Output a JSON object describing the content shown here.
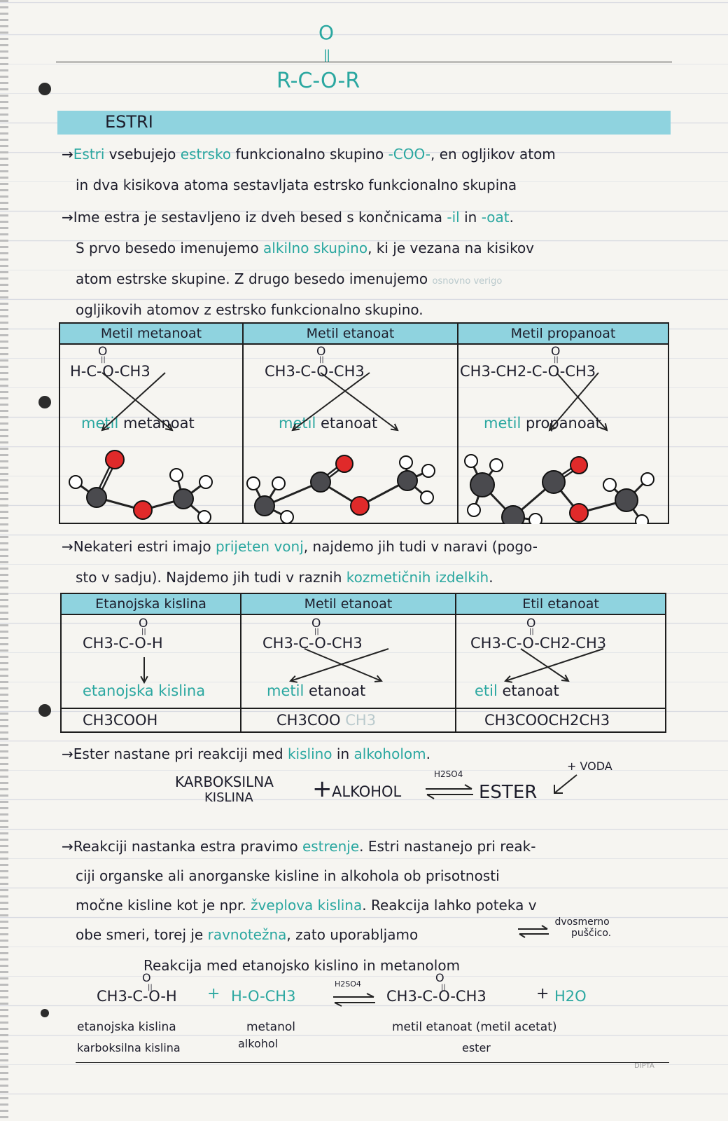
{
  "header": {
    "formula_top": "O",
    "formula_main": "R-C-O-R",
    "section_title": "ESTRI"
  },
  "intro": [
    {
      "pre": "→",
      "teal1": "Estri",
      "mid1": " vsebujejo ",
      "teal2": "estrsko",
      "post": " funkcionalno skupino ",
      "teal3": "-COO-",
      "tail": ", en ogljikov atom"
    },
    {
      "pre": "",
      "teal1": "",
      "mid1": "in dva kisikova atoma sestavljata estrsko funkcionalno skupina",
      "teal2": "",
      "post": "",
      "teal3": "",
      "tail": ""
    },
    {
      "pre": "→",
      "teal1": "",
      "mid1": "Ime estra je sestavljeno iz dveh besed s končnicama ",
      "teal2": "-il",
      "post": " in ",
      "teal3": "-oat",
      "tail": "."
    },
    {
      "pre": "",
      "teal1": "",
      "mid1": "S prvo besedo imenujemo ",
      "teal2": "alkilno skupino",
      "post": ", ki je vezana na kisikov",
      "teal3": "",
      "tail": ""
    },
    {
      "pre": "",
      "teal1": "",
      "mid1": "atom estrske skupine. Z drugo besedo imenujemo ",
      "teal2": "",
      "post": "",
      "teal3": "",
      "tail": "",
      "faded": "osnovno verigo"
    },
    {
      "pre": "",
      "teal1": "",
      "mid1": "ogljikovih atomov z estrsko funkcionalno skupino.",
      "teal2": "",
      "post": "",
      "teal3": "",
      "tail": ""
    }
  ],
  "table1": {
    "headers": [
      "Metil metanoat",
      "Metil etanoat",
      "Metil propanoat"
    ],
    "formulas": [
      "H-C-O-CH3",
      "CH3-C-O-CH3",
      "CH3-CH2-C-O-CH3"
    ],
    "oxygen_label": "O",
    "names": [
      [
        "metil",
        " metanoat"
      ],
      [
        "metil",
        " etanoat"
      ],
      [
        "metil",
        " propanoat"
      ]
    ]
  },
  "para2": [
    {
      "a": "→Nekateri estri imajo ",
      "t": "prijeten vonj",
      "b": ", najdemo jih tudi v naravi (pogo-"
    },
    {
      "a": "sto v sadju). Najdemo jih tudi v raznih ",
      "t": "kozmetičnih izdelkih",
      "b": "."
    }
  ],
  "table2": {
    "headers": [
      "Etanojska kislina",
      "Metil etanoat",
      "Etil etanoat"
    ],
    "formulas": [
      "CH3-C-O-H",
      "CH3-C-O-CH3",
      "CH3-C-O-CH2-CH3"
    ],
    "oxygen_label": "O",
    "names": [
      [
        "etanojska kislina",
        ""
      ],
      [
        "metil",
        " etanoat"
      ],
      [
        "etil",
        " etanoat"
      ]
    ],
    "condensed": [
      "CH3COOH",
      "CH3COO",
      "CH3COOCH2CH3"
    ],
    "condensed_faded": [
      "",
      "CH3",
      ""
    ]
  },
  "para3": {
    "a": "→Ester nastane pri reakciji med ",
    "t1": "kislino",
    "b": " in ",
    "t2": "alkoholom",
    "c": "."
  },
  "reaction1": {
    "left1": "KARBOKSILNA",
    "left2": "KISLINA",
    "plus": "+",
    "alcohol": "ALKOHOL",
    "catalyst": "H2SO4",
    "product": "ESTER",
    "water": "+ VODA"
  },
  "para4": [
    {
      "a": "→Reakciji nastanka estra pravimo ",
      "t": "estrenje",
      "b": ". Estri nastanejo pri reak-"
    },
    {
      "a": "ciji organske ali anorganske kisline in alkohola ob prisotnosti",
      "t": "",
      "b": ""
    },
    {
      "a": "močne kisline kot je npr. ",
      "t": "žveplova kislina",
      "b": ". Reakcija lahko poteka v"
    },
    {
      "a": "obe smeri, torej je ",
      "t": "ravnotežna",
      "b": ", zato uporabljamo "
    }
  ],
  "double_arrow_note": [
    "dvosmerno",
    "puščico."
  ],
  "reaction2": {
    "title": "Reakcija med etanojsko kislino in metanolom",
    "lhs1": "CH3-C-O-H",
    "plus": " + ",
    "lhs2": "H-O-CH3",
    "catalyst": "H2SO4",
    "rhs1": "CH3-C-O-CH3",
    "plus2": " + ",
    "rhs2": "H2O",
    "oxygen_label": "O",
    "captions": [
      {
        "l1": "etanojska kislina",
        "l2": "karboksilna kislina"
      },
      {
        "l1": "metanol",
        "l2": "alkohol"
      },
      {
        "l1": "metil etanoat (metil acetat)",
        "l2": "ester"
      }
    ]
  },
  "footer": {
    "mark": "DIPTA"
  },
  "colors": {
    "accent": "#2aa7a0",
    "highlight": "#8fd3df",
    "ink": "#1d1d2b",
    "oxygen": "#e02a2a",
    "carbon": "#4a4a4e"
  }
}
